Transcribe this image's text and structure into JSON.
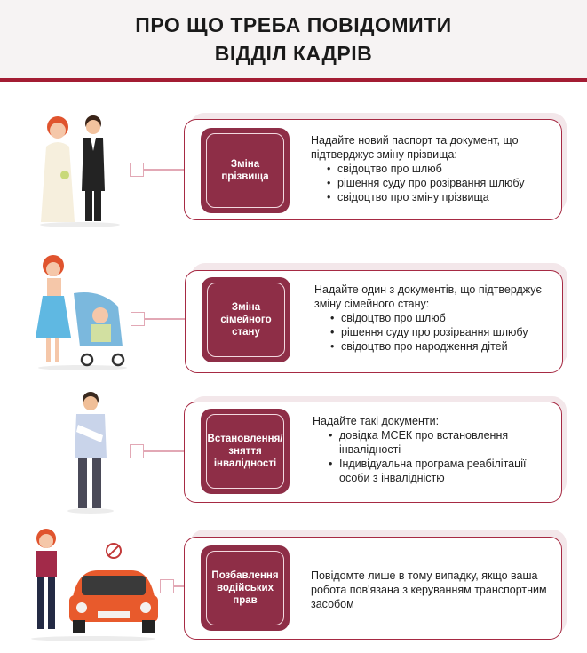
{
  "header": {
    "title_line1": "ПРО ЩО ТРЕБА ПОВІДОМИТИ",
    "title_line2": "ВІДДІЛ КАДРІВ"
  },
  "colors": {
    "accent": "#a31c33",
    "label_fill": "#8e2e47",
    "card_border": "#a62a43"
  },
  "sections": [
    {
      "label": "Зміна прізвища",
      "intro": "Надайте новий паспорт та документ, що підтверджує зміну прізвища:",
      "items": [
        "свідоцтво про шлюб",
        "рішення суду про розірвання шлюбу",
        "свідоцтво про зміну прізвища"
      ],
      "illustration": "bride-and-groom"
    },
    {
      "label": "Зміна сімейного стану",
      "intro": "Надайте один з документів, що підтверджує зміну сімейного стану:",
      "items": [
        "свідоцтво про шлюб",
        "рішення суду про розірвання шлюбу",
        "свідоцтво про народження дітей"
      ],
      "illustration": "mother-with-stroller"
    },
    {
      "label": "Встановлення/ зняття інвалідності",
      "intro": "Надайте такі документи:",
      "items": [
        "довідка МСЕК про встановлення інвалідності",
        "Індивідуальна програма реабілітації особи з інвалідністю"
      ],
      "illustration": "man-with-arm-sling"
    },
    {
      "label": "Позбавлення водійських прав",
      "intro": "Повідомте лише в тому випадку, якщо ваша робота пов'язана з керуванням транспортним засобом",
      "items": [],
      "illustration": "woman-and-red-car-no-sign"
    }
  ]
}
